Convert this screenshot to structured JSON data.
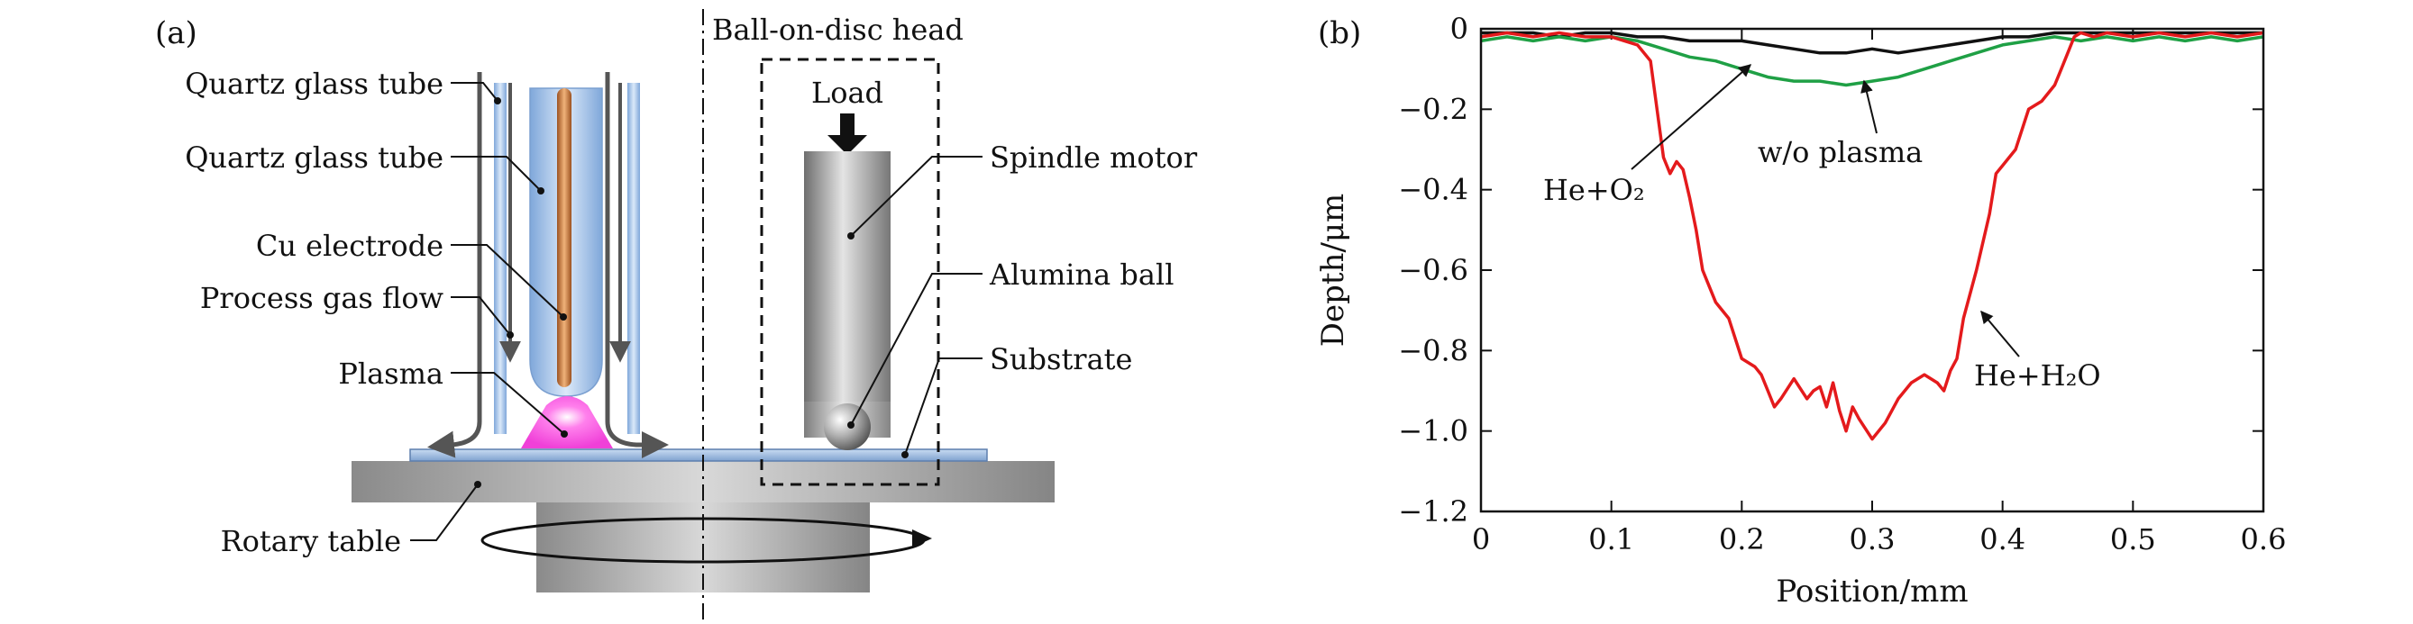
{
  "panel_a": {
    "panel_label": "(a)",
    "head_title": "Ball-on-disc head",
    "labels": {
      "quartz_outer": "Quartz glass tube",
      "quartz_inner": "Quartz glass tube",
      "cu_electrode": "Cu electrode",
      "gas_flow": "Process gas flow",
      "plasma": "Plasma",
      "rotary_table": "Rotary table",
      "load": "Load",
      "spindle_motor": "Spindle motor",
      "alumina_ball": "Alumina ball",
      "substrate": "Substrate"
    }
  },
  "panel_b": {
    "panel_label": "(b)",
    "annotations": {
      "he_o2": "He+O₂",
      "wo_plasma": "w/o plasma",
      "he_h2o": "He+H₂O"
    }
  },
  "colors": {
    "he_h2o": "#e41a1c",
    "he_o2": "#1fa045",
    "wo_plasma": "#111111",
    "plasma": "#ff4fe0",
    "tube": "#9fbfe6",
    "electrode": "#c87a3c"
  },
  "chart_data": {
    "type": "line",
    "xlabel": "Position/mm",
    "ylabel": "Depth/μm",
    "xlim": [
      0,
      0.6
    ],
    "ylim": [
      -1.2,
      0
    ],
    "x_ticks": [
      "0",
      "0.1",
      "0.2",
      "0.3",
      "0.4",
      "0.5",
      "0.6"
    ],
    "y_ticks": [
      "0",
      "−0.2",
      "−0.4",
      "−0.6",
      "−0.8",
      "−1.0",
      "−1.2"
    ],
    "series": [
      {
        "name": "He+H₂O",
        "color": "#e41a1c",
        "x": [
          0,
          0.02,
          0.04,
          0.06,
          0.08,
          0.1,
          0.12,
          0.13,
          0.135,
          0.14,
          0.145,
          0.15,
          0.155,
          0.16,
          0.165,
          0.17,
          0.18,
          0.19,
          0.2,
          0.21,
          0.215,
          0.22,
          0.225,
          0.23,
          0.24,
          0.25,
          0.255,
          0.26,
          0.265,
          0.27,
          0.275,
          0.28,
          0.285,
          0.29,
          0.3,
          0.31,
          0.32,
          0.33,
          0.34,
          0.35,
          0.355,
          0.36,
          0.365,
          0.37,
          0.38,
          0.39,
          0.395,
          0.4,
          0.41,
          0.42,
          0.43,
          0.44,
          0.445,
          0.45,
          0.455,
          0.46,
          0.47,
          0.48,
          0.5,
          0.52,
          0.54,
          0.56,
          0.58,
          0.6
        ],
        "y": [
          -0.02,
          -0.01,
          -0.02,
          -0.01,
          -0.02,
          -0.02,
          -0.04,
          -0.08,
          -0.2,
          -0.32,
          -0.36,
          -0.33,
          -0.35,
          -0.42,
          -0.5,
          -0.6,
          -0.68,
          -0.72,
          -0.82,
          -0.84,
          -0.86,
          -0.9,
          -0.94,
          -0.92,
          -0.87,
          -0.92,
          -0.9,
          -0.89,
          -0.94,
          -0.88,
          -0.95,
          -1.0,
          -0.94,
          -0.97,
          -1.02,
          -0.98,
          -0.92,
          -0.88,
          -0.86,
          -0.88,
          -0.9,
          -0.85,
          -0.82,
          -0.72,
          -0.6,
          -0.46,
          -0.36,
          -0.34,
          -0.3,
          -0.2,
          -0.18,
          -0.14,
          -0.1,
          -0.06,
          -0.02,
          -0.01,
          -0.02,
          -0.01,
          -0.02,
          -0.01,
          -0.02,
          -0.01,
          -0.02,
          -0.01
        ]
      },
      {
        "name": "He+O₂",
        "color": "#1fa045",
        "x": [
          0,
          0.02,
          0.04,
          0.06,
          0.08,
          0.1,
          0.12,
          0.14,
          0.16,
          0.18,
          0.2,
          0.22,
          0.24,
          0.26,
          0.28,
          0.3,
          0.32,
          0.34,
          0.36,
          0.38,
          0.4,
          0.42,
          0.44,
          0.46,
          0.48,
          0.5,
          0.52,
          0.54,
          0.56,
          0.58,
          0.6
        ],
        "y": [
          -0.03,
          -0.02,
          -0.03,
          -0.02,
          -0.03,
          -0.02,
          -0.03,
          -0.05,
          -0.07,
          -0.08,
          -0.1,
          -0.12,
          -0.13,
          -0.13,
          -0.14,
          -0.13,
          -0.12,
          -0.1,
          -0.08,
          -0.06,
          -0.04,
          -0.03,
          -0.02,
          -0.03,
          -0.02,
          -0.03,
          -0.02,
          -0.03,
          -0.02,
          -0.03,
          -0.02
        ]
      },
      {
        "name": "w/o plasma",
        "color": "#111111",
        "x": [
          0,
          0.02,
          0.04,
          0.06,
          0.08,
          0.1,
          0.12,
          0.14,
          0.16,
          0.18,
          0.2,
          0.22,
          0.24,
          0.26,
          0.28,
          0.3,
          0.32,
          0.34,
          0.36,
          0.38,
          0.4,
          0.42,
          0.44,
          0.46,
          0.48,
          0.5,
          0.52,
          0.54,
          0.56,
          0.58,
          0.6
        ],
        "y": [
          -0.01,
          -0.01,
          -0.01,
          -0.02,
          -0.01,
          -0.01,
          -0.02,
          -0.02,
          -0.03,
          -0.03,
          -0.03,
          -0.04,
          -0.05,
          -0.06,
          -0.06,
          -0.05,
          -0.06,
          -0.05,
          -0.04,
          -0.03,
          -0.02,
          -0.02,
          -0.01,
          -0.01,
          -0.01,
          -0.01,
          -0.01,
          -0.01,
          -0.01,
          -0.01,
          -0.01
        ]
      }
    ]
  }
}
